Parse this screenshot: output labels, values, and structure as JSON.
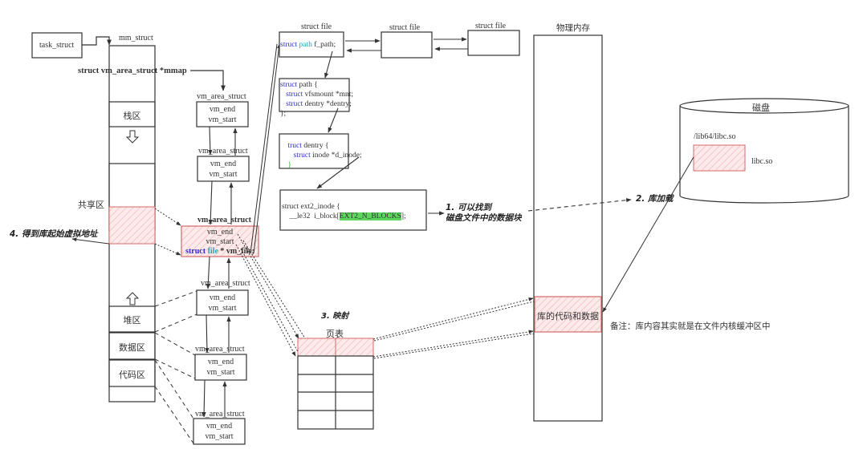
{
  "process": {
    "task_struct": "task_struct",
    "mm_struct": "mm_struct",
    "mmap_field": "struct vm_area_struct *mmap",
    "regions": {
      "stack": "栈区",
      "shared": "共享区",
      "heap": "堆区",
      "data": "数据区",
      "code": "代码区"
    },
    "annotation_4": "4. 得到库起始虚拟地址"
  },
  "vm_areas": [
    {
      "title": "vm_area_struct",
      "end": "vm_end",
      "start": "vm_start"
    },
    {
      "title": "vm_area_struct",
      "end": "vm_end",
      "start": "vm_start"
    },
    {
      "title": "vm_area_struct",
      "end": "vm_end",
      "start": "vm_start",
      "file_kw": "struct",
      "file_type": "file",
      "file_rest": " * vm_file;"
    },
    {
      "title": "vm_area_struct",
      "end": "vm_end",
      "start": "vm_start"
    },
    {
      "title": "vm_area_struct",
      "end": "vm_end",
      "start": "vm_start"
    },
    {
      "title": "vm_area_struct",
      "end": "vm_end",
      "start": "vm_start"
    }
  ],
  "files": {
    "struct_file_labels": [
      "struct file",
      "struct file",
      "struct file"
    ],
    "f_path": {
      "kw": "struct",
      "type": "path",
      "rest": " f_path;"
    },
    "struct_path": {
      "line1_kw": "struct",
      "line1_rest": " path {",
      "line2_kw": "struct",
      "line2_rest": " vfsmount *mnt;",
      "line3_kw": "struct",
      "line3_rest": " dentry *dentry;",
      "line4": "};"
    },
    "dentry": {
      "line1_kw": "truct",
      "line1_rest": " dentry {",
      "line2_kw": "struct",
      "line2_rest": " inode *d_inode;",
      "line3": "}"
    },
    "ext2_inode": {
      "line1": "struct ext2_inode {",
      "line2_pre": "    __le32  i_block[",
      "line2_hl": "EXT2_N_BLOCKS",
      "line2_post": "];"
    },
    "annotation_1_line1": "1. 可以找到",
    "annotation_1_line2": "磁盘文件中的数据块"
  },
  "page_table": {
    "annotation_3": "3. 映射",
    "title": "页表",
    "rows": 5,
    "cols": 2
  },
  "physical_memory": {
    "title": "物理内存",
    "lib_block": "库的代码和数据",
    "note": "备注：库内容其实就是在文件内核缓冲区中"
  },
  "disk": {
    "title": "磁盘",
    "path": "/lib64/libc.so",
    "file": "libc.so",
    "annotation_2": "2. 库加载"
  },
  "colors": {
    "stroke": "#333333",
    "highlight_fill": "#fde8e8",
    "highlight_stroke": "#d46a6a",
    "keyword": "#3030c8",
    "type": "#30a0c0",
    "green": "#5cd65c"
  }
}
